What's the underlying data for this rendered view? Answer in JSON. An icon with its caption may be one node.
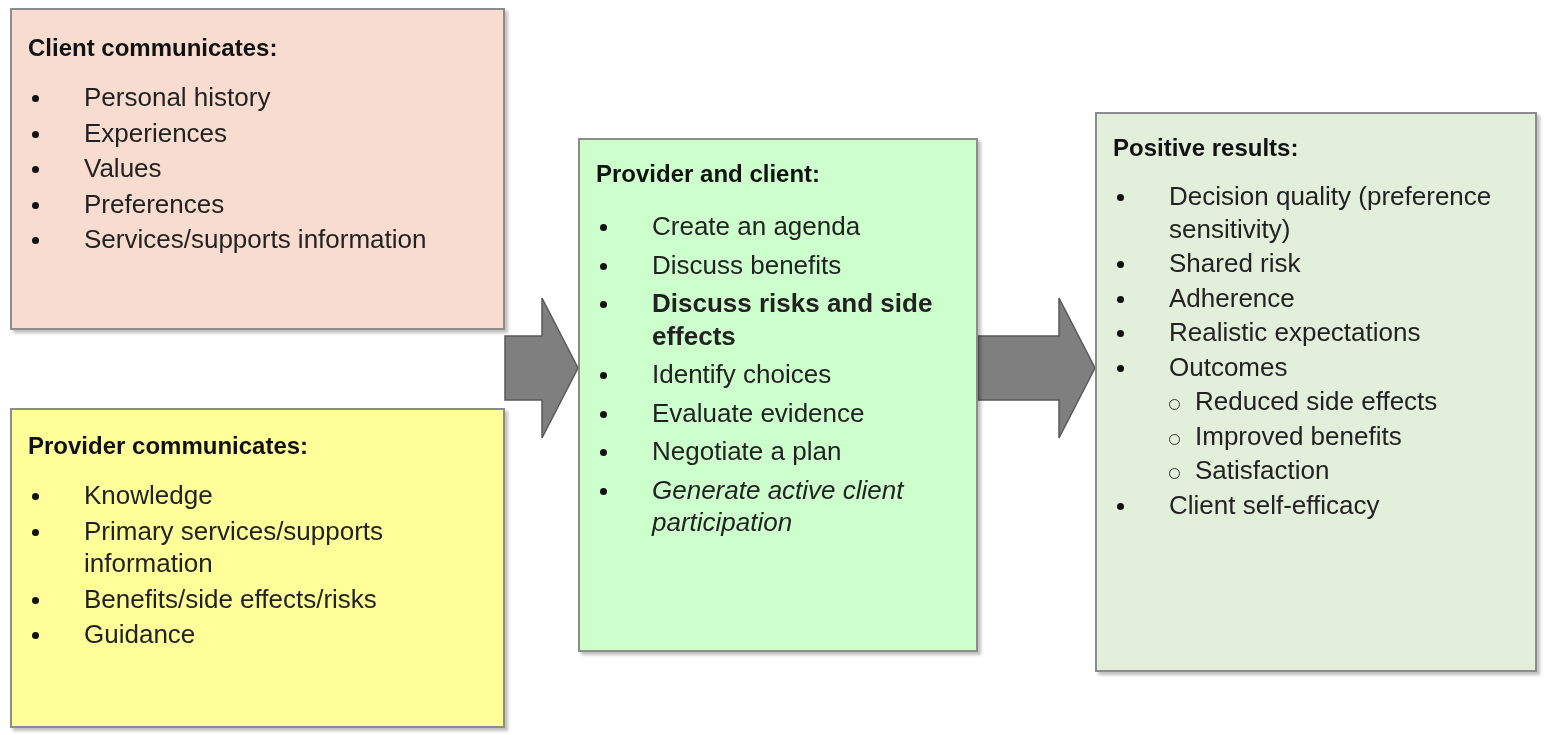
{
  "diagram": {
    "nodes": [
      {
        "text": [
          "Client communicates:",
          "Personal history",
          "Experiences",
          "Values",
          "Preferences",
          "Services/supports information"
        ]
      },
      {
        "text": [
          "Provider communicates:",
          "Knowledge",
          "Primary services/supports information",
          "Benefits/side  effects/risks",
          "Guidance"
        ]
      },
      {
        "text": [
          "Provider and client:",
          "Create an agenda",
          "Discuss benefits",
          "**Discuss risks and side effects**",
          "Identify choices",
          "Evaluate evidence",
          "Negotiate a plan",
          "*Generate active client participation*"
        ]
      },
      {
        "text": [
          "Positive results:",
          "Decision quality (preference sensitivity)",
          "Shared risk",
          "Adherence",
          "Realistic expectations",
          "Outcomes",
          "Reduced side effects",
          "Improved benefits",
          "Satisfaction",
          "Client self-efficacy"
        ]
      }
    ],
    "edges": [
      {
        "from": 0,
        "to": 2,
        "arrow": "to"
      },
      {
        "from": 1,
        "to": 2,
        "arrow": "to"
      },
      {
        "from": 2,
        "to": 3,
        "arrow": "to"
      }
    ]
  }
}
